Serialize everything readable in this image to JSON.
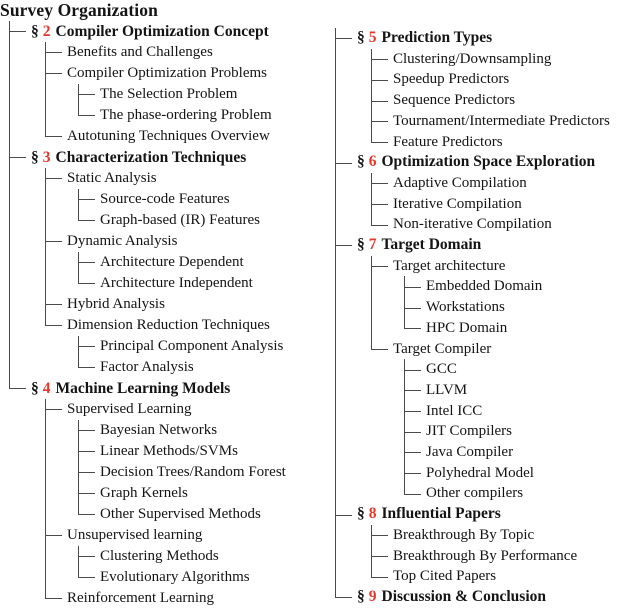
{
  "page_title": "Survey Organization",
  "section_mark": "§",
  "colors": {
    "accent": "#e5362a",
    "line": "#4a4a4a",
    "text": "#141414",
    "background": "#ffffff"
  },
  "tree": {
    "columns": [
      {
        "sections": [
          {
            "num": "2",
            "title": "Compiler Optimization Concept",
            "children": [
              {
                "label": "Benefits and Challenges"
              },
              {
                "label": "Compiler Optimization Problems",
                "children": [
                  {
                    "label": "The Selection Problem"
                  },
                  {
                    "label": "The phase-ordering Problem"
                  }
                ]
              },
              {
                "label": "Autotuning Techniques Overview"
              }
            ]
          },
          {
            "num": "3",
            "title": "Characterization Techniques",
            "children": [
              {
                "label": "Static Analysis",
                "children": [
                  {
                    "label": "Source-code Features"
                  },
                  {
                    "label": "Graph-based (IR) Features"
                  }
                ]
              },
              {
                "label": "Dynamic Analysis",
                "children": [
                  {
                    "label": "Architecture Dependent"
                  },
                  {
                    "label": "Architecture Independent"
                  }
                ]
              },
              {
                "label": "Hybrid Analysis"
              },
              {
                "label": "Dimension Reduction Techniques",
                "children": [
                  {
                    "label": "Principal Component Analysis"
                  },
                  {
                    "label": "Factor Analysis"
                  }
                ]
              }
            ]
          },
          {
            "num": "4",
            "title": "Machine Learning Models",
            "children": [
              {
                "label": "Supervised Learning",
                "children": [
                  {
                    "label": "Bayesian Networks"
                  },
                  {
                    "label": "Linear Methods/SVMs"
                  },
                  {
                    "label": "Decision Trees/Random Forest"
                  },
                  {
                    "label": "Graph Kernels"
                  },
                  {
                    "label": "Other Supervised Methods"
                  }
                ]
              },
              {
                "label": "Unsupervised learning",
                "children": [
                  {
                    "label": "Clustering Methods"
                  },
                  {
                    "label": "Evolutionary Algorithms"
                  }
                ]
              },
              {
                "label": "Reinforcement Learning"
              }
            ]
          }
        ]
      },
      {
        "sections": [
          {
            "num": "5",
            "title": "Prediction Types",
            "children": [
              {
                "label": "Clustering/Downsampling"
              },
              {
                "label": "Speedup Predictors"
              },
              {
                "label": "Sequence Predictors"
              },
              {
                "label": "Tournament/Intermediate Predictors"
              },
              {
                "label": "Feature Predictors"
              }
            ]
          },
          {
            "num": "6",
            "title": "Optimization Space Exploration",
            "children": [
              {
                "label": "Adaptive Compilation"
              },
              {
                "label": "Iterative Compilation"
              },
              {
                "label": "Non-iterative Compilation"
              }
            ]
          },
          {
            "num": "7",
            "title": "Target Domain",
            "children": [
              {
                "label": "Target architecture",
                "children": [
                  {
                    "label": "Embedded Domain"
                  },
                  {
                    "label": "Workstations"
                  },
                  {
                    "label": "HPC Domain"
                  }
                ]
              },
              {
                "label": "Target Compiler",
                "children": [
                  {
                    "label": "GCC"
                  },
                  {
                    "label": "LLVM"
                  },
                  {
                    "label": "Intel ICC"
                  },
                  {
                    "label": "JIT Compilers"
                  },
                  {
                    "label": "Java Compiler"
                  },
                  {
                    "label": "Polyhedral Model"
                  },
                  {
                    "label": "Other compilers"
                  }
                ]
              }
            ]
          },
          {
            "num": "8",
            "title": "Influential Papers",
            "children": [
              {
                "label": "Breakthrough By Topic"
              },
              {
                "label": "Breakthrough By Performance"
              },
              {
                "label": "Top Cited Papers"
              }
            ]
          },
          {
            "num": "9",
            "title": "Discussion & Conclusion"
          }
        ]
      }
    ]
  }
}
